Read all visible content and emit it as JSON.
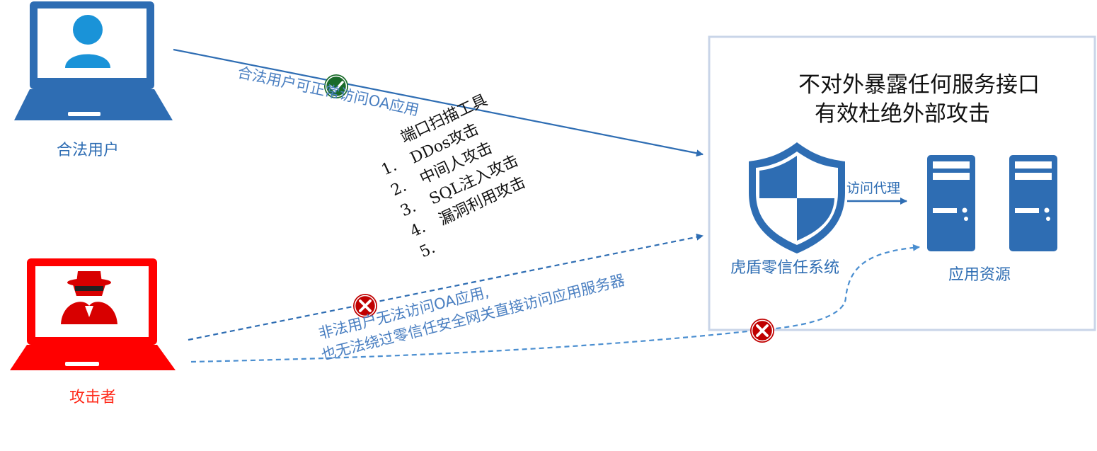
{
  "actors": {
    "legit_user": "合法用户",
    "attacker": "攻击者"
  },
  "legit_path_note": "合法用户可正常访问OA应用",
  "attack_tools": {
    "first": "端口扫描工具",
    "numbers": [
      "1.",
      "2.",
      "3.",
      "4.",
      "5."
    ],
    "items": [
      "DDos攻击",
      "中间人攻击",
      "SQL注入攻击",
      "漏洞利用攻击"
    ]
  },
  "denied_note": {
    "line1": "非法用户无法访问OA应用,",
    "line2": "也无法绕过零信任安全网关直接访问应用服务器"
  },
  "protected_zone": {
    "title": "不对外暴露任何服务接口",
    "subtitle": "有效杜绝外部攻击",
    "shield_label": "虎盾零信任系统",
    "proxy_label": "访问代理",
    "resources_label": "应用资源"
  },
  "icons": {
    "legit_laptop": "laptop-user-icon",
    "attacker_laptop": "laptop-hacker-icon",
    "shield": "shield-icon",
    "servers": "server-icon",
    "allowed": "check-circle-icon",
    "denied": "x-circle-icon"
  },
  "colors": {
    "legit_blue": "#2e6db3",
    "attacker_red": "#ff0000",
    "allowed_green": "#1a6b2a",
    "denied_red": "#c00000",
    "box_border": "#c9d5e8"
  }
}
